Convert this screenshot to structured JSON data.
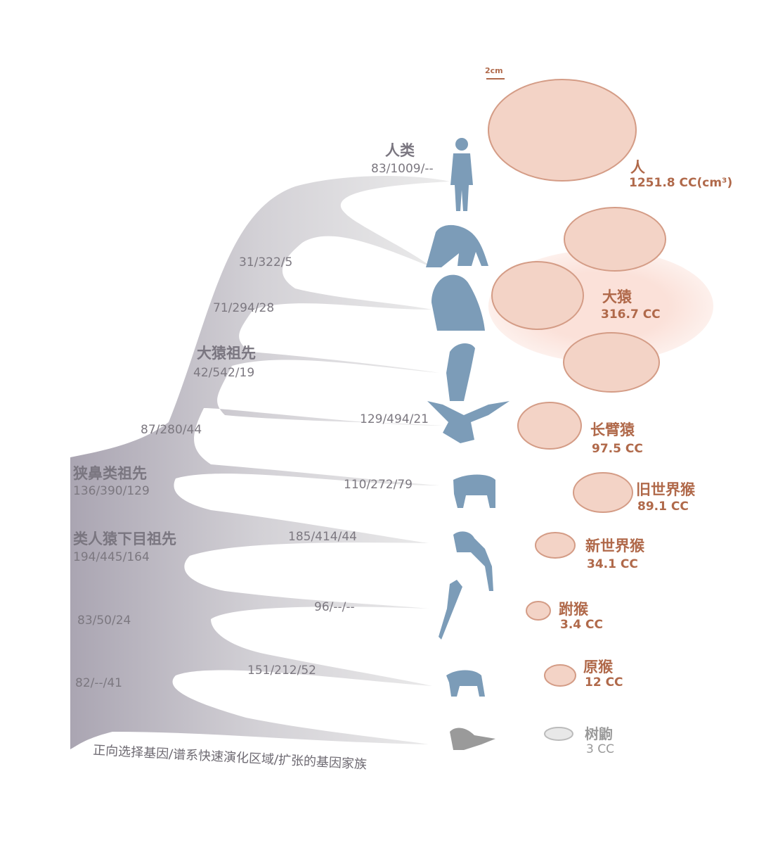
{
  "scale_bar": "2cm",
  "nodes": {
    "human": {
      "label": "人类",
      "value": "83/1009/--"
    },
    "chimp": "31/322/5",
    "gorilla": "71/294/28",
    "great_ape_ancestor": {
      "label": "大猿祖先",
      "value": "42/542/19"
    },
    "orangutan": "87/280/44",
    "gibbon": "129/494/21",
    "catarrhine_ancestor": {
      "label": "狭鼻类祖先",
      "value": "136/390/129"
    },
    "old_world": "110/272/79",
    "simian_ancestor": {
      "label": "类人猿下目祖先",
      "value": "194/445/164"
    },
    "new_world": "185/414/44",
    "tarsier": "96/--/--",
    "n83": "83/50/24",
    "lemur": "151/212/52",
    "n82": "82/--/41"
  },
  "legend": "正向选择基因/谱系快速演化区域/扩张的基因家族",
  "brains": [
    {
      "label": "人",
      "value": "1251.8 CC(cm³)"
    },
    {
      "label": "大猿",
      "value": "316.7 CC"
    },
    {
      "label": "长臂猿",
      "value": "97.5 CC"
    },
    {
      "label": "旧世界猴",
      "value": "89.1 CC"
    },
    {
      "label": "新世界猴",
      "value": "34.1 CC"
    },
    {
      "label": "跗猴",
      "value": "3.4 CC"
    },
    {
      "label": "原猴",
      "value": "12 CC"
    },
    {
      "label": "树鼩",
      "value": "3 CC"
    }
  ],
  "colors": {
    "brain_label": "#b0694a",
    "silhouette": "#7c9cb8",
    "tree": "#b9b5c0",
    "highlight": "#fbe4dd"
  }
}
